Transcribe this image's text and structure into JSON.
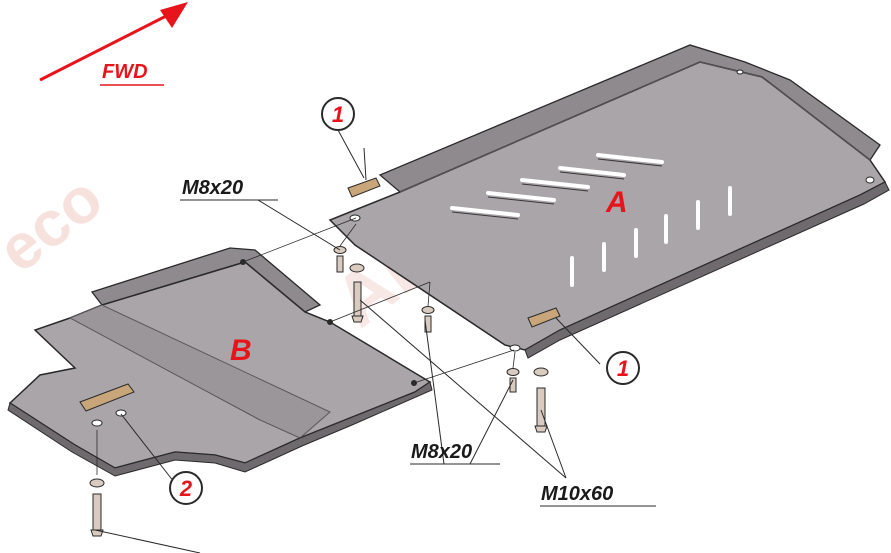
{
  "diagram": {
    "direction_label": "FWD",
    "parts": [
      {
        "id": "A",
        "label": "A"
      },
      {
        "id": "B",
        "label": "B"
      }
    ],
    "callouts": [
      {
        "id": "callout-1-top",
        "label": "1"
      },
      {
        "id": "callout-1-right",
        "label": "1"
      },
      {
        "id": "callout-2",
        "label": "2"
      }
    ],
    "fastener_labels": [
      {
        "id": "m8x20-top",
        "text": "M8x20"
      },
      {
        "id": "m8x20-bottom",
        "text": "M8x20"
      },
      {
        "id": "m10x60",
        "text": "M10x60"
      }
    ],
    "watermark": "ALFeco",
    "colors": {
      "plate": "#a9a5a8",
      "plate_dark": "#8e8a8d",
      "plate_edge": "#6e6a6d",
      "outline": "#2a2a2a",
      "label_red": "#e8141b",
      "bracket": "#c9a57a",
      "bolt": "#d9cbbf",
      "watermark": "#f3d6d2"
    }
  }
}
